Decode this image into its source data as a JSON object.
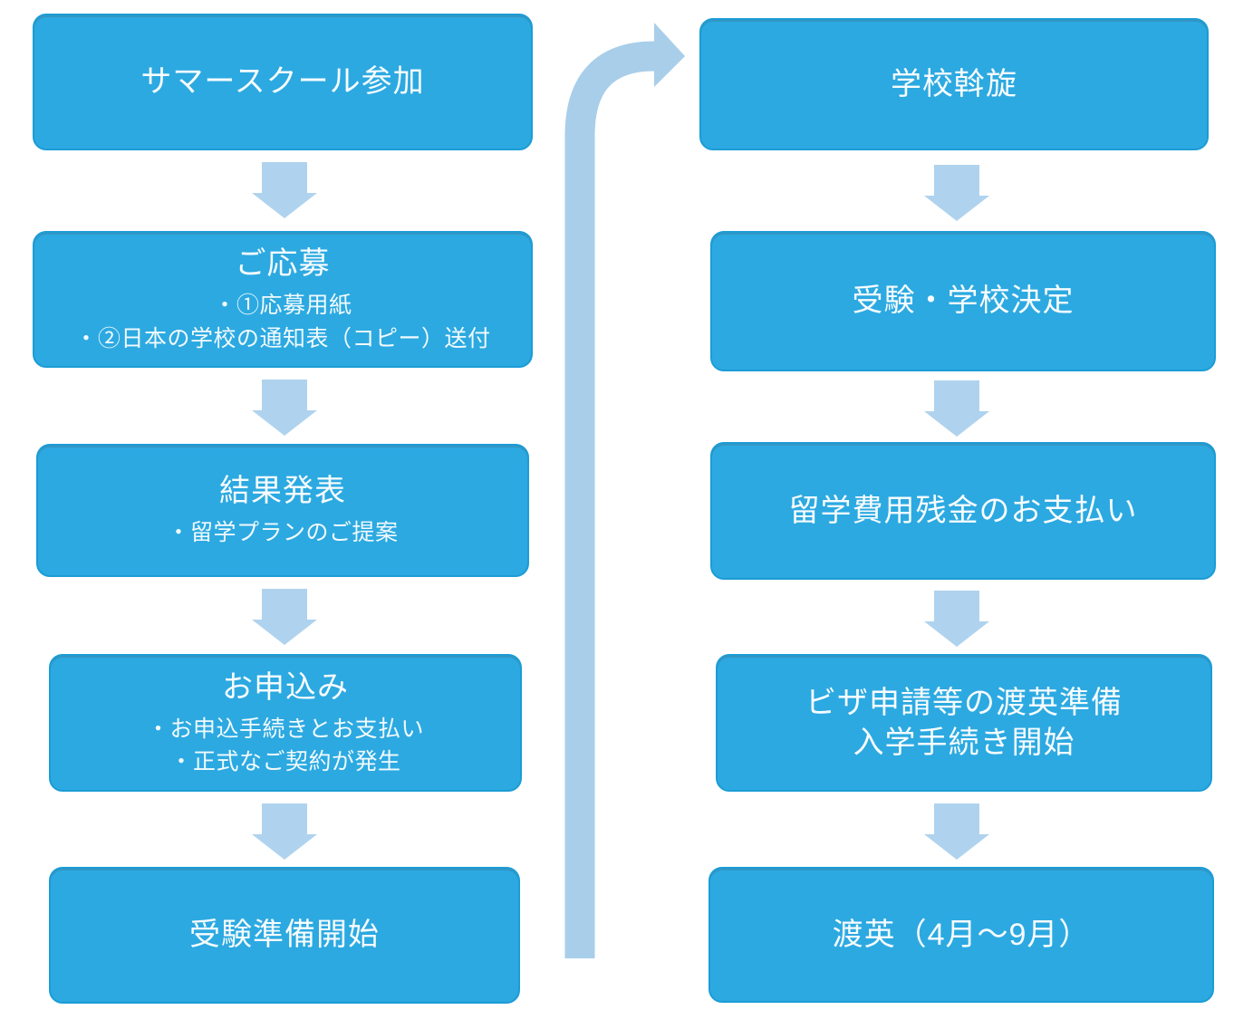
{
  "page": {
    "background": "#FFFFFF",
    "description_colors": {
      "box_fill": "#2CA9E1",
      "box_border": "#1B9CD5",
      "box_text": "#FFFFFF",
      "small_arrow": "#AFD3EE",
      "large_arrow": "#A8CEEA"
    }
  },
  "left_steps": [
    {
      "title": "サマースクール参加"
    },
    {
      "title": "ご応募",
      "details": [
        "・①応募用紙",
        "・②日本の学校の通知表（コピー）送付"
      ]
    },
    {
      "title": "結果発表",
      "details": [
        "・留学プランのご提案"
      ]
    },
    {
      "title": "お申込み",
      "details": [
        "・お申込手続きとお支払い",
        "・正式なご契約が発生"
      ]
    },
    {
      "title": "受験準備開始"
    }
  ],
  "right_steps": [
    {
      "title": "学校斡旋"
    },
    {
      "title": "受験・学校決定"
    },
    {
      "title": "留学費用残金のお支払い"
    },
    {
      "title": "ビザ申請等の渡英準備",
      "title2": "入学手続き開始"
    },
    {
      "title": "渡英（4月～9月）"
    }
  ]
}
